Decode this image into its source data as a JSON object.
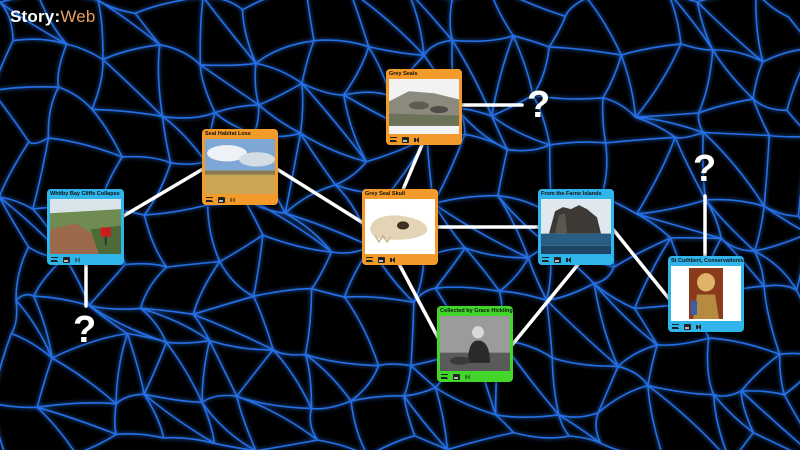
{
  "app": {
    "logo_main": "Story:",
    "logo_accent": "Web"
  },
  "colors": {
    "orange": "#f29b2a",
    "blue": "#2fb5ea",
    "green": "#42d62a",
    "link": "#ffffff",
    "web": "#1a6cff"
  },
  "cards": [
    {
      "id": "whitby",
      "title": "Whitby Bay Cliffs Collapse",
      "color": "blue",
      "image": "cliff-collapse-photo"
    },
    {
      "id": "habitat",
      "title": "Seal Habitat Loss",
      "color": "orange",
      "image": "dry-grassland-photo"
    },
    {
      "id": "greyseals",
      "title": "Grey Seals",
      "color": "orange",
      "image": "seals-on-rocks-photo"
    },
    {
      "id": "skull",
      "title": "Grey Seal Skull",
      "color": "orange",
      "image": "seal-skull-photo"
    },
    {
      "id": "farne",
      "title": "From the Farne Islands",
      "color": "blue",
      "image": "farne-cliffs-photo"
    },
    {
      "id": "grace",
      "title": "Collected by Grace Hickling",
      "color": "green",
      "image": "grace-hickling-photo"
    },
    {
      "id": "cuthbert",
      "title": "St Cuthbert, Conservationist",
      "color": "blue",
      "image": "stained-glass-photo"
    }
  ],
  "icons": [
    "text-icon",
    "image-icon",
    "audio-icon"
  ],
  "placeholders": [
    "?",
    "?",
    "?"
  ]
}
